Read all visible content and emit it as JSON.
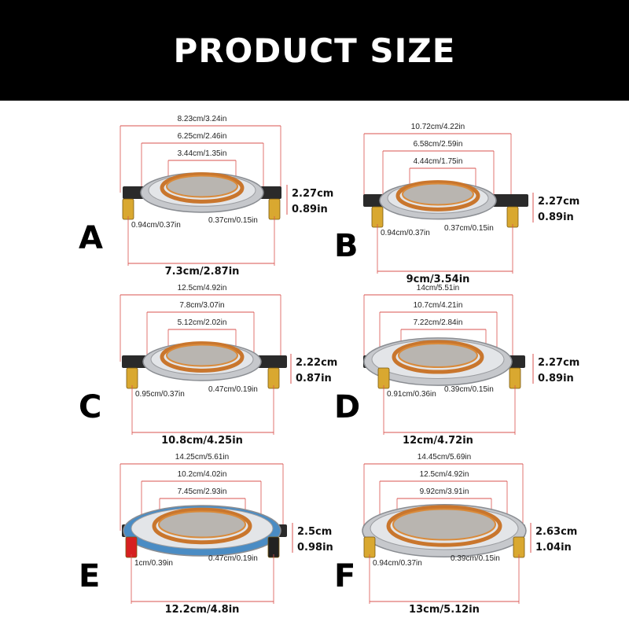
{
  "title": "PRODUCT SIZE",
  "panels": [
    {
      "letter": "A",
      "outer": "8.23cm/3.24in",
      "middle": "6.25cm/2.46in",
      "inner": "3.44cm/1.35in",
      "height_cm": "2.27cm",
      "height_in": "0.89in",
      "terminal": "0.94cm/0.37in",
      "ring": "0.37cm/0.15in",
      "mount": "7.3cm/2.87in",
      "ring_color": "#c6c8cc"
    },
    {
      "letter": "B",
      "outer": "10.72cm/4.22in",
      "middle": "6.58cm/2.59in",
      "inner": "4.44cm/1.75in",
      "height_cm": "2.27cm",
      "height_in": "0.89in",
      "terminal": "0.94cm/0.37in",
      "ring": "0.37cm/0.15in",
      "mount": "9cm/3.54in",
      "ring_color": "#c6c8cc"
    },
    {
      "letter": "C",
      "outer": "12.5cm/4.92in",
      "middle": "7.8cm/3.07in",
      "inner": "5.12cm/2.02in",
      "height_cm": "2.22cm",
      "height_in": "0.87in",
      "terminal": "0.95cm/0.37in",
      "ring": "0.47cm/0.19in",
      "mount": "10.8cm/4.25in",
      "ring_color": "#c6c8cc"
    },
    {
      "letter": "D",
      "outer": "14cm/5.51in",
      "middle": "10.7cm/4.21in",
      "inner": "7.22cm/2.84in",
      "height_cm": "2.27cm",
      "height_in": "0.89in",
      "terminal": "0.91cm/0.36in",
      "ring": "0.39cm/0.15in",
      "mount": "12cm/4.72in",
      "ring_color": "#c6c8cc"
    },
    {
      "letter": "E",
      "outer": "14.25cm/5.61in",
      "middle": "10.2cm/4.02in",
      "inner": "7.45cm/2.93in",
      "height_cm": "2.5cm",
      "height_in": "0.98in",
      "terminal": "1cm/0.39in",
      "ring": "0.47cm/0.19in",
      "mount": "12.2cm/4.8in",
      "ring_color": "#4a8cc4"
    },
    {
      "letter": "F",
      "outer": "14.45cm/5.69in",
      "middle": "12.5cm/4.92in",
      "inner": "9.92cm/3.91in",
      "height_cm": "2.63cm",
      "height_in": "1.04in",
      "terminal": "0.94cm/0.37in",
      "ring": "0.39cm/0.15in",
      "mount": "13cm/5.12in",
      "ring_color": "#c6c8cc"
    }
  ]
}
